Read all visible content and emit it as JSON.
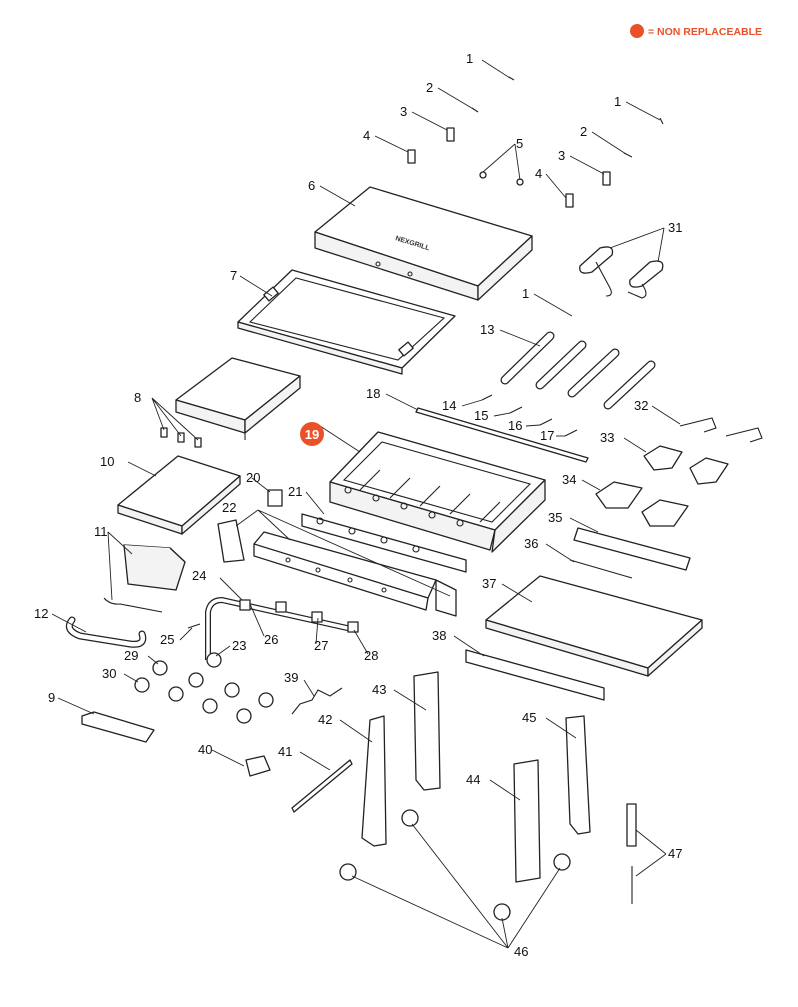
{
  "legend": {
    "text": "= NON REPLACEABLE",
    "color": "#e8512a"
  },
  "highlight": {
    "label": "19",
    "color": "#e8512a"
  },
  "lid_logo": "NEXGRILL",
  "callouts": {
    "c1a": "1",
    "c1b": "1",
    "c1c": "1",
    "c2a": "2",
    "c2b": "2",
    "c3a": "3",
    "c3b": "3",
    "c4a": "4",
    "c4b": "4",
    "c5": "5",
    "c6": "6",
    "c7": "7",
    "c8": "8",
    "c9": "9",
    "c10": "10",
    "c11": "11",
    "c12": "12",
    "c13": "13",
    "c14": "14",
    "c15": "15",
    "c16": "16",
    "c17": "17",
    "c18": "18",
    "c20": "20",
    "c21": "21",
    "c22": "22",
    "c23": "23",
    "c24": "24",
    "c25": "25",
    "c26": "26",
    "c27": "27",
    "c28": "28",
    "c29": "29",
    "c30": "30",
    "c31": "31",
    "c32": "32",
    "c33": "33",
    "c34": "34",
    "c35": "35",
    "c36": "36",
    "c37": "37",
    "c38": "38",
    "c39": "39",
    "c40": "40",
    "c41": "41",
    "c42": "42",
    "c43": "43",
    "c44": "44",
    "c45": "45",
    "c46": "46",
    "c47": "47"
  }
}
